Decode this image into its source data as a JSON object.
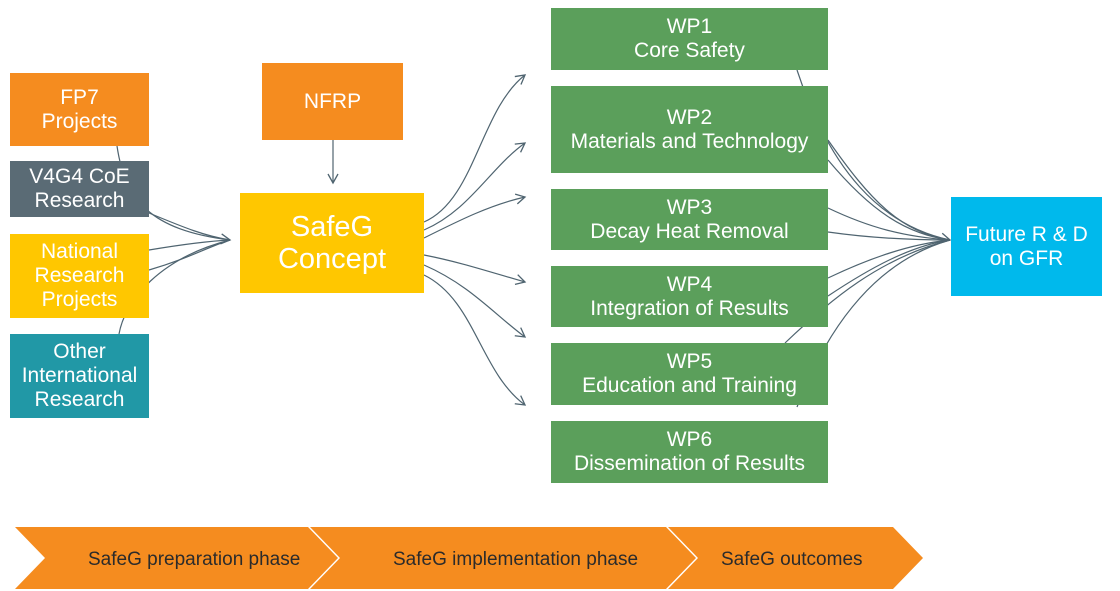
{
  "colors": {
    "orange": "#f58c1f",
    "slate": "#5a6b75",
    "yellow": "#ffc700",
    "teal": "#2198a6",
    "green": "#5b9f5b",
    "cyan": "#00b9ec",
    "connector": "#4f6470"
  },
  "inputs": [
    {
      "lines": [
        "FP7",
        "Projects"
      ]
    },
    {
      "lines": [
        "V4G4 CoE",
        "Research"
      ]
    },
    {
      "lines": [
        "National",
        "Research",
        "Projects"
      ]
    },
    {
      "lines": [
        "Other",
        "International",
        "Research"
      ]
    }
  ],
  "nfrp": {
    "label": "NFRP"
  },
  "safeg": {
    "lines": [
      "SafeG",
      "Concept"
    ]
  },
  "work_packages": [
    {
      "id": "WP1",
      "title": "Core Safety"
    },
    {
      "id": "WP2",
      "title": "Materials and Technology"
    },
    {
      "id": "WP3",
      "title": "Decay Heat Removal"
    },
    {
      "id": "WP4",
      "title": "Integration of Results"
    },
    {
      "id": "WP5",
      "title": "Education and Training"
    },
    {
      "id": "WP6",
      "title": "Dissemination of Results"
    }
  ],
  "future": {
    "lines": [
      "Future R & D",
      "on GFR"
    ]
  },
  "phases": [
    {
      "label": "SafeG preparation phase"
    },
    {
      "label": "SafeG implementation phase"
    },
    {
      "label": "SafeG outcomes"
    }
  ]
}
